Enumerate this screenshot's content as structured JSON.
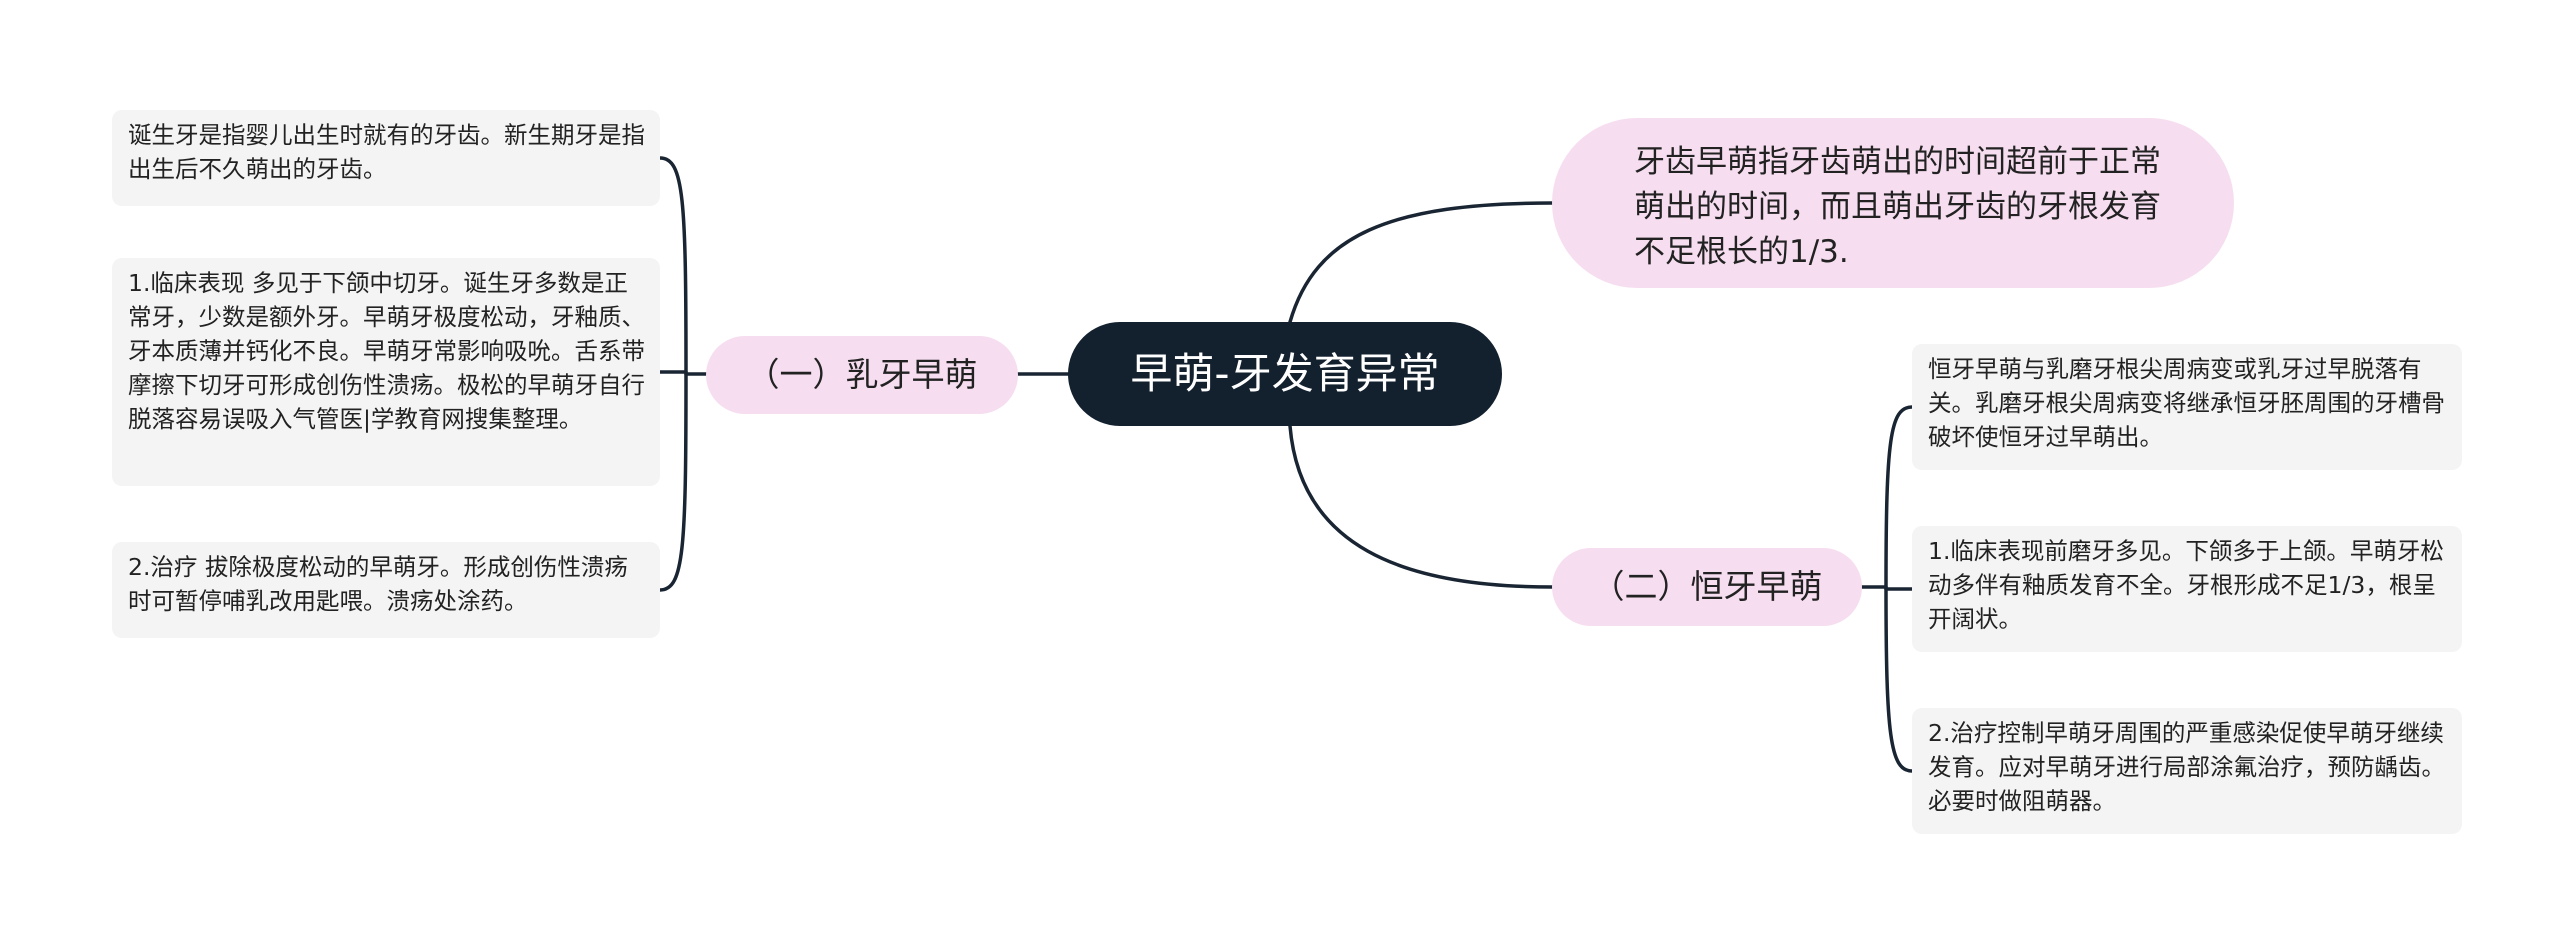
{
  "mindmap": {
    "root": {
      "label": "早萌-牙发育异常"
    },
    "summary": {
      "text": "牙齿早萌指牙齿萌出的时间超前于正常萌出的时间，而且萌出牙齿的牙根发育不足根长的1/3."
    },
    "branches": [
      {
        "label": "（一）乳牙早萌",
        "children": [
          "诞生牙是指婴儿出生时就有的牙齿。新生期牙是指出生后不久萌出的牙齿。",
          "1.临床表现 多见于下颌中切牙。诞生牙多数是正常牙，少数是额外牙。早萌牙极度松动，牙釉质、牙本质薄并钙化不良。早萌牙常影响吸吮。舌系带摩擦下切牙可形成创伤性溃疡。极松的早萌牙自行脱落容易误吸入气管医|学教育网搜集整理。",
          "2.治疗 拔除极度松动的早萌牙。形成创伤性溃疡时可暂停哺乳改用匙喂。溃疡处涂药。"
        ]
      },
      {
        "label": "（二）恒牙早萌",
        "children": [
          "恒牙早萌与乳磨牙根尖周病变或乳牙过早脱落有关。乳磨牙根尖周病变将继承恒牙胚周围的牙槽骨破坏使恒牙过早萌出。",
          "1.临床表现前磨牙多见。下颌多于上颌。早萌牙松动多伴有釉质发育不全。牙根形成不足1/3，根呈开阔状。",
          "2.治疗控制早萌牙周围的严重感染促使早萌牙继续发育。应对早萌牙进行局部涂氟治疗，预防龋齿。必要时做阻萌器。"
        ]
      }
    ]
  },
  "colors": {
    "root_fill": "#13202e",
    "topic_fill": "#f6def0",
    "leaf_fill": "#f4f4f4",
    "connector": "#1a2533"
  }
}
